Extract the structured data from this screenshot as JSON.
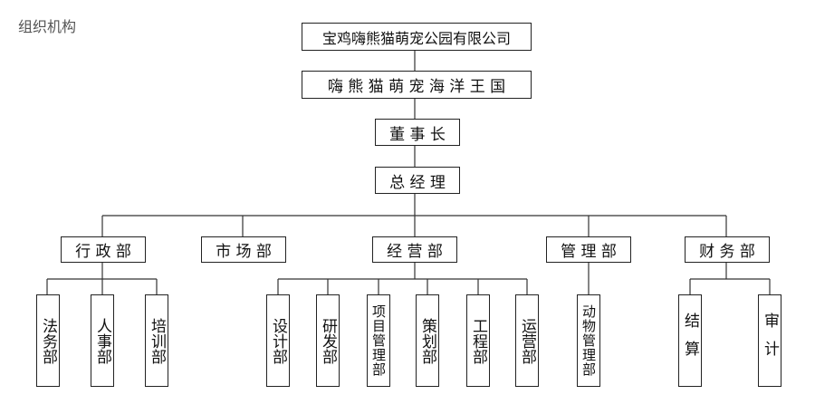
{
  "page_title": "组织机构",
  "chart": {
    "root": "宝鸡嗨熊猫萌宠公园有限公司",
    "level2": "嗨 熊 猫 萌 宠 海 洋 王 国",
    "chairman": "董 事 长",
    "gm": "总 经 理",
    "departments": [
      {
        "name": "行 政 部",
        "children": [
          "法务部",
          "人事部",
          "培训部"
        ]
      },
      {
        "name": "市 场 部",
        "children": []
      },
      {
        "name": "经 营 部",
        "children": [
          "设计部",
          "研发部",
          "项目管理部",
          "策划部",
          "工程部",
          "运营部"
        ]
      },
      {
        "name": "管 理 部",
        "children": [
          "动物管理部"
        ]
      },
      {
        "name": "财 务 部",
        "children": [
          "结算",
          "审计"
        ]
      }
    ]
  }
}
